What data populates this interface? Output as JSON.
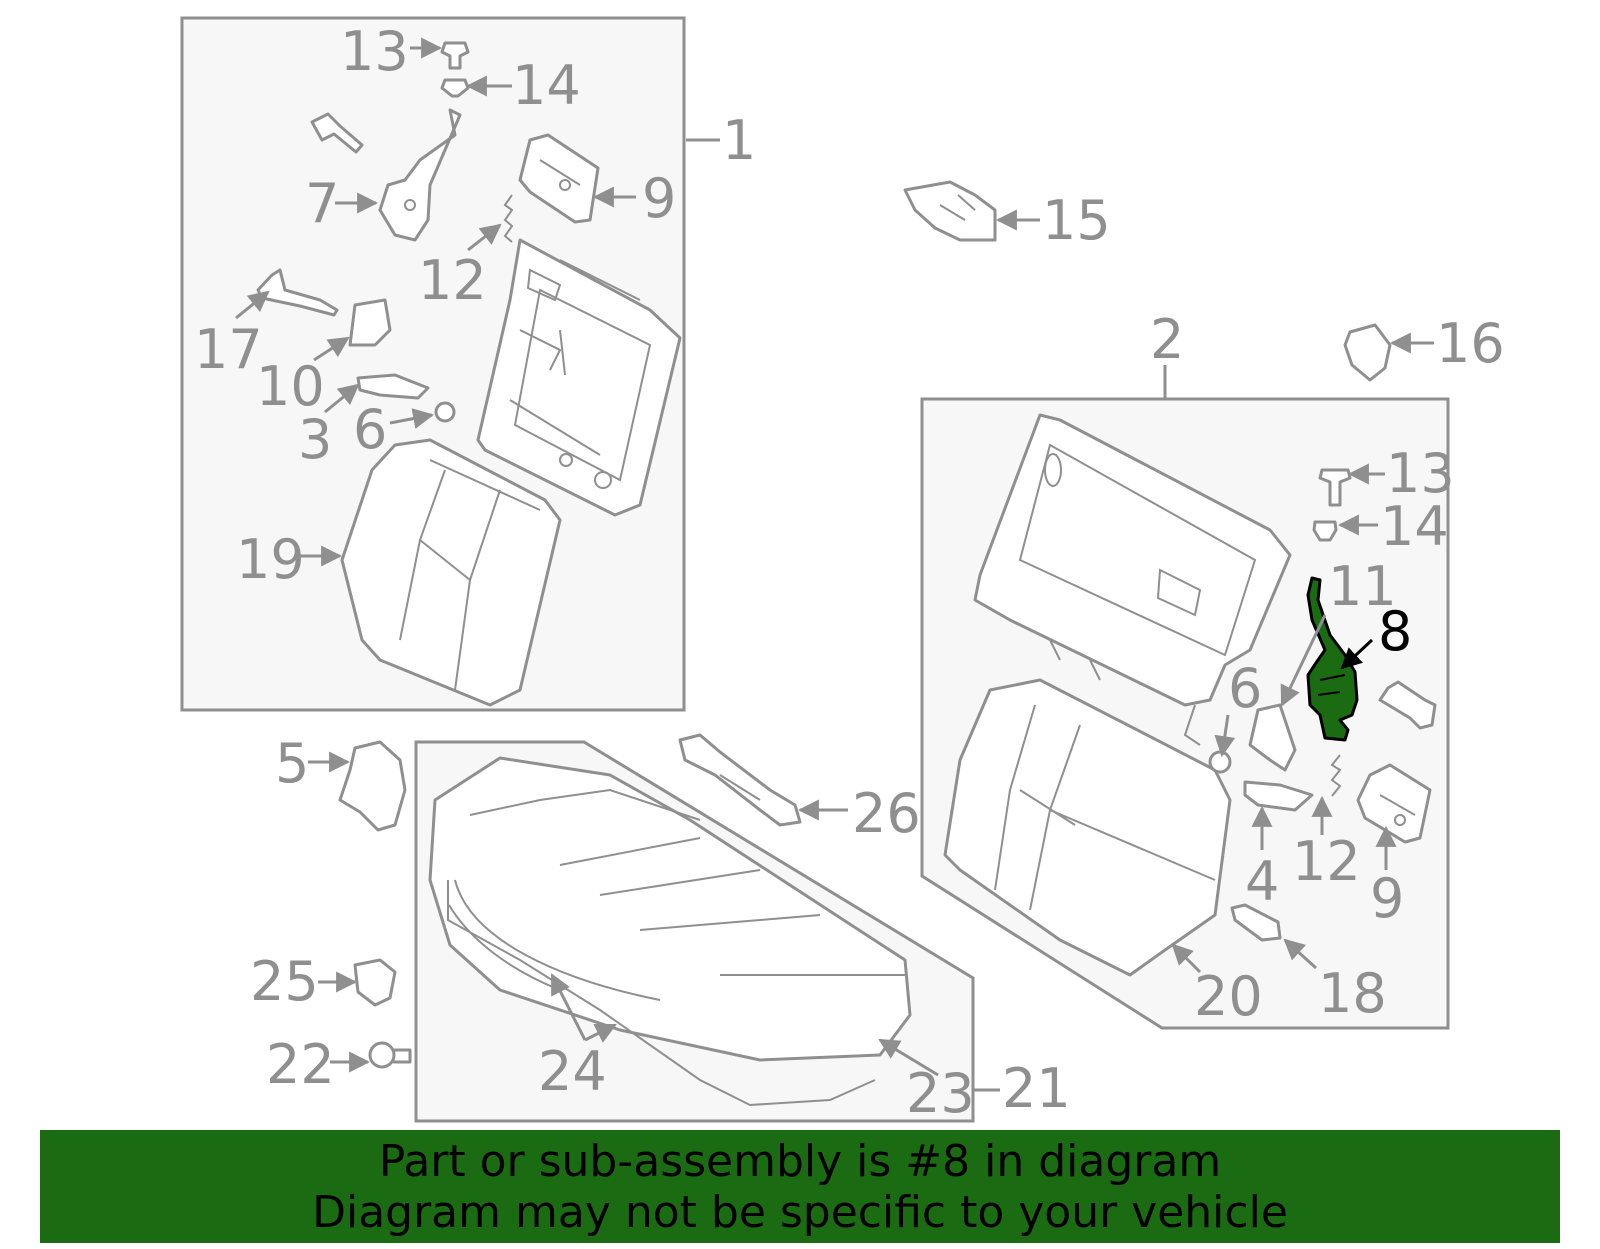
{
  "banner": {
    "line1": "Part or sub-assembly is #8 in diagram",
    "line2": "Diagram may not be specific to your vehicle"
  },
  "highlight_color": "#1b6b12",
  "line_color": "#8f8f8f",
  "callouts": {
    "c1": "1",
    "c2": "2",
    "c3": "3",
    "c4": "4",
    "c5": "5",
    "c6a": "6",
    "c6b": "6",
    "c7": "7",
    "c8": "8",
    "c9a": "9",
    "c9b": "9",
    "c10": "10",
    "c11": "11",
    "c12a": "12",
    "c12b": "12",
    "c13a": "13",
    "c13b": "13",
    "c14a": "14",
    "c14b": "14",
    "c15": "15",
    "c16": "16",
    "c17": "17",
    "c18": "18",
    "c19": "19",
    "c20": "20",
    "c21": "21",
    "c22": "22",
    "c23": "23",
    "c24": "24",
    "c25": "25",
    "c26": "26"
  }
}
